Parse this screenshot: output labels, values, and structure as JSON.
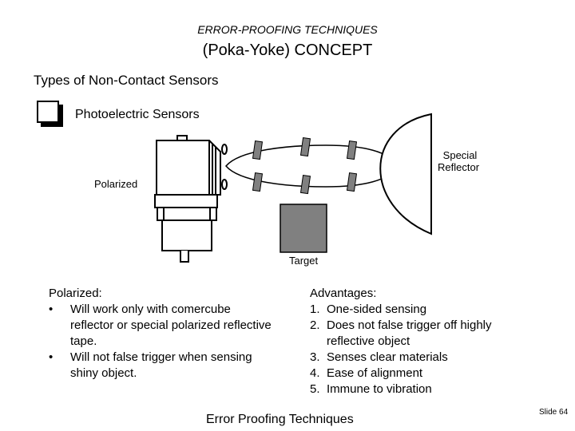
{
  "header": {
    "kicker": "ERROR-PROOFING TECHNIQUES",
    "title": "(Poka-Yoke) CONCEPT"
  },
  "section": {
    "subtitle": "Types of Non-Contact Sensors",
    "sensor_title": "Photoelectric Sensors"
  },
  "diagram": {
    "reflector_label_line1": "Special",
    "reflector_label_line2": "Reflector",
    "polarized_label": "Polarized",
    "target_label": "Target"
  },
  "left_column": {
    "heading": "Polarized:",
    "items": [
      {
        "mark": "•",
        "text": "Will work only with comercube reflector or special polarized reflective tape."
      },
      {
        "mark": "•",
        "text": "Will not false trigger when sensing shiny object."
      }
    ]
  },
  "right_column": {
    "heading": "Advantages:",
    "items": [
      {
        "mark": "1.",
        "text": "One-sided sensing"
      },
      {
        "mark": "2.",
        "text": "Does not false trigger off highly reflective object"
      },
      {
        "mark": "3.",
        "text": "Senses clear materials"
      },
      {
        "mark": "4.",
        "text": "Ease of alignment"
      },
      {
        "mark": "5.",
        "text": "Immune to vibration"
      }
    ]
  },
  "footer": {
    "text": "Error Proofing Techniques",
    "slide": "Slide 64"
  }
}
